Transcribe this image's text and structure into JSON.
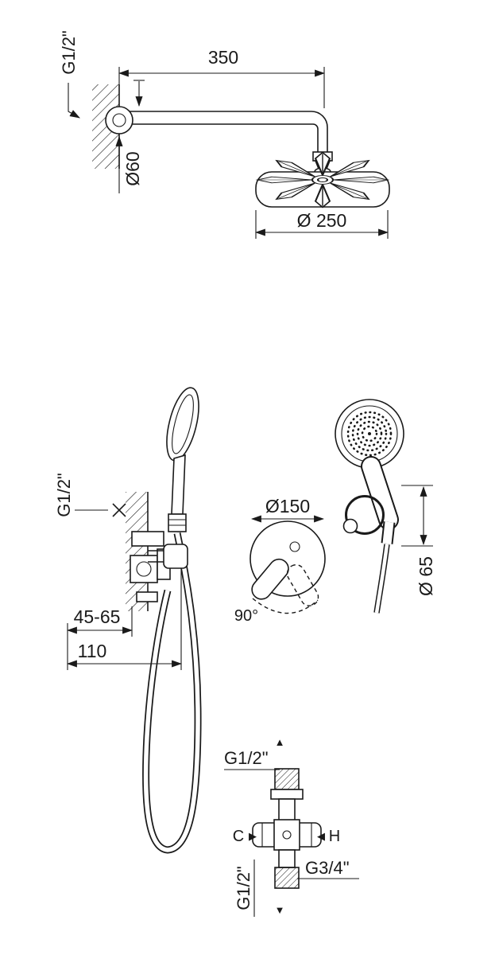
{
  "page": {
    "background": "#ffffff",
    "line_color": "#1a1a1a"
  },
  "overhead_shower": {
    "wall_thread_label": "G1/2\"",
    "arm_length": "350",
    "flange_diameter": "Ø60",
    "head_diameter": "Ø 250"
  },
  "hand_shower": {
    "wall_thread_label": "G1/2\"",
    "mixer_plate_diameter": "Ø150",
    "handle_rotation": "90°",
    "holder_diameter": "Ø 65",
    "rough_in_depth_range": "45-65",
    "rough_in_depth_total": "110"
  },
  "valve": {
    "top_thread_label": "G1/2\"",
    "bottom_thread_label": "G1/2\"",
    "side_thread_label": "G3/4\"",
    "cold_label": "C",
    "hot_label": "H",
    "arrow_up": "▲",
    "arrow_down": "▼",
    "arrow_right": "▶",
    "arrow_left": "◀"
  }
}
